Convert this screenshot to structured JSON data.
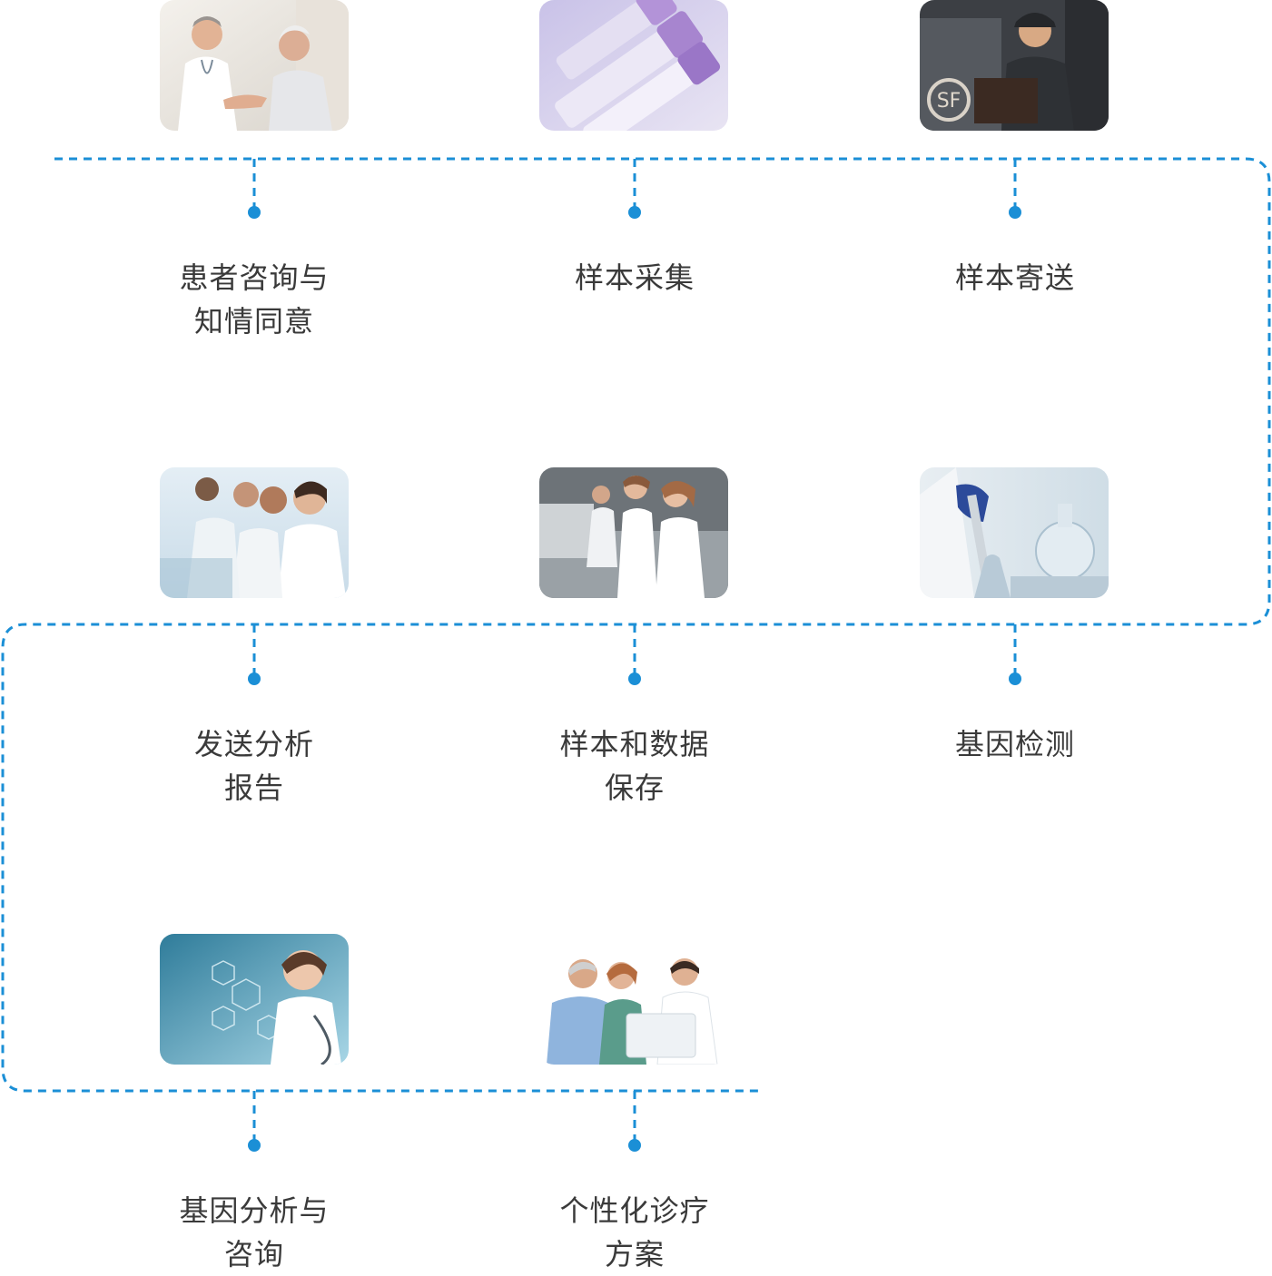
{
  "colors": {
    "line": "#1b8fd6",
    "text": "#3a3a3a"
  },
  "steps": [
    {
      "id": "consult",
      "lines": [
        "患者咨询与",
        "知情同意"
      ],
      "picture": "doctor-patient-handshake-photo"
    },
    {
      "id": "collect",
      "lines": [
        "样本采集"
      ],
      "picture": "blood-sample-tubes-photo"
    },
    {
      "id": "ship",
      "lines": [
        "样本寄送"
      ],
      "picture": "courier-with-package-photo"
    },
    {
      "id": "test",
      "lines": [
        "基因检测"
      ],
      "picture": "lab-pipette-photo"
    },
    {
      "id": "store",
      "lines": [
        "样本和数据",
        "保存"
      ],
      "picture": "lab-scientists-photo"
    },
    {
      "id": "report",
      "lines": [
        "发送分析",
        "报告"
      ],
      "picture": "call-center-photo"
    },
    {
      "id": "analysis",
      "lines": [
        "基因分析与",
        "咨询"
      ],
      "picture": "doctor-health-interface-photo"
    },
    {
      "id": "treatment",
      "lines": [
        "个性化诊疗",
        "方案"
      ],
      "picture": "doctor-family-laptop-photo"
    }
  ]
}
